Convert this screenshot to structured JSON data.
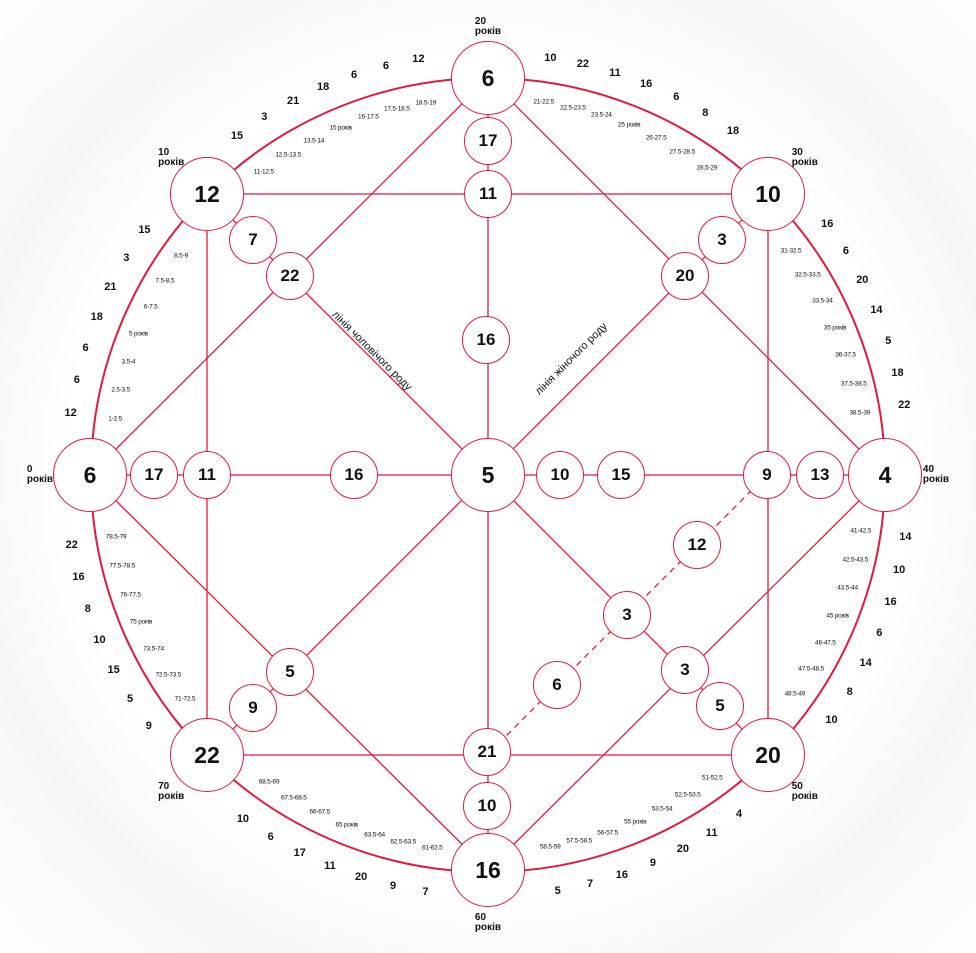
{
  "colors": {
    "line": "#e3193c",
    "text": "#111111"
  },
  "nodes": {
    "top": "6",
    "top2": "17",
    "top3": "11",
    "top_center": "16",
    "tl": "12",
    "tl2": "7",
    "tl3": "22",
    "tr": "10",
    "tr2": "3",
    "tr3": "20",
    "left": "6",
    "left2": "17",
    "left3": "11",
    "left_center": "16",
    "center": "5",
    "right_center": "10",
    "right_center2": "15",
    "right3": "9",
    "right2": "13",
    "right": "4",
    "diag1": "12",
    "diag2": "3",
    "diag3": "6",
    "br3": "3",
    "br2": "5",
    "br": "20",
    "bl3": "5",
    "bl2": "9",
    "bl": "22",
    "bottom3": "21",
    "bottom2": "10",
    "bottom": "16"
  },
  "diagonal_labels": {
    "male_line": "лінія чоловічого роду",
    "female_line": "лінія жіночого роду"
  },
  "age_labels": [
    {
      "age": "0",
      "unit": "років"
    },
    {
      "age": "10",
      "unit": "років"
    },
    {
      "age": "20",
      "unit": "років"
    },
    {
      "age": "30",
      "unit": "років"
    },
    {
      "age": "40",
      "unit": "років"
    },
    {
      "age": "50",
      "unit": "років"
    },
    {
      "age": "60",
      "unit": "років"
    },
    {
      "age": "70",
      "unit": "років"
    }
  ],
  "octants": [
    {
      "numbers": [
        "12",
        "6",
        "6",
        "18",
        "21",
        "3",
        "15"
      ],
      "ranges": [
        "1-2.5",
        "2.5-3.5",
        "3.5-4",
        "5 років",
        "6-7.5",
        "7.5-8.5",
        "8.5-9"
      ]
    },
    {
      "numbers": [
        "15",
        "3",
        "21",
        "18",
        "6",
        "6",
        "12"
      ],
      "ranges": [
        "11-12.5",
        "12.5-13.5",
        "13.5-14",
        "15 років",
        "16-17.5",
        "17.5-18.5",
        "18.5-19"
      ]
    },
    {
      "numbers": [
        "10",
        "22",
        "11",
        "16",
        "6",
        "8",
        "18"
      ],
      "ranges": [
        "21-22.5",
        "22.5-23.5",
        "23.5-24",
        "25 років",
        "26-27.5",
        "27.5-28.5",
        "28.5-29"
      ]
    },
    {
      "numbers": [
        "16",
        "6",
        "20",
        "14",
        "5",
        "18",
        "22"
      ],
      "ranges": [
        "31-32.5",
        "32.5-33.5",
        "33.5-34",
        "35 років",
        "36-37.5",
        "37.5-38.5",
        "38.5-39"
      ]
    },
    {
      "numbers": [
        "14",
        "10",
        "16",
        "6",
        "14",
        "8",
        "10"
      ],
      "ranges": [
        "41-42.5",
        "42.5-43.5",
        "43.5-44",
        "45 років",
        "46-47.5",
        "47.5-48.5",
        "48.5-49"
      ]
    },
    {
      "numbers": [
        "4",
        "11",
        "20",
        "9",
        "16",
        "7",
        "5"
      ],
      "ranges": [
        "51-52.5",
        "52.5-53.5",
        "53.5-54",
        "55 років",
        "56-57.5",
        "57.5-58.5",
        "58.5-59"
      ]
    },
    {
      "numbers": [
        "7",
        "9",
        "20",
        "11",
        "17",
        "6",
        "10"
      ],
      "ranges": [
        "61-62.5",
        "62.5-63.5",
        "63.5-64",
        "65 років",
        "66-67.5",
        "67.5-68.5",
        "68.5-69"
      ]
    },
    {
      "numbers": [
        "9",
        "5",
        "15",
        "10",
        "8",
        "16",
        "22"
      ],
      "ranges": [
        "71-72.5",
        "72.5-73.5",
        "73.5-74",
        "75 років",
        "76-77.5",
        "77.5-78.5",
        "78.5-79"
      ]
    }
  ]
}
